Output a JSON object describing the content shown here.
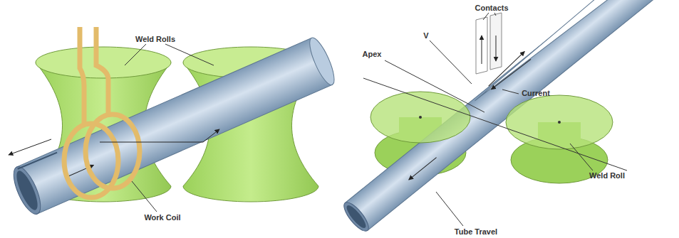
{
  "diagram": {
    "labels": [
      "Weld Rolls",
      "Work Coil",
      "Contacts",
      "V",
      "Apex",
      "Current",
      "Weld Roll",
      "Tube Travel"
    ]
  }
}
